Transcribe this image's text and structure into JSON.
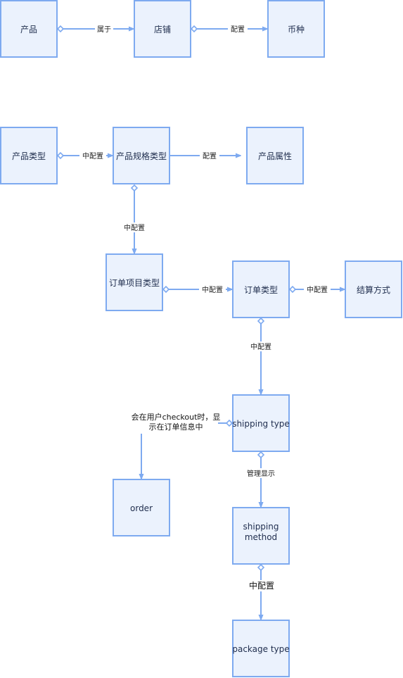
{
  "nodes": {
    "product": "产品",
    "shop": "店铺",
    "currency": "币种",
    "product_type": "产品类型",
    "product_spec_type": "产品规格类型",
    "product_attribute": "产品属性",
    "order_item_type": "订单项目类型",
    "order_type": "订单类型",
    "settlement_method": "结算方式",
    "shipping_type": "shipping type",
    "order": "order",
    "shipping_method": "shipping method",
    "package_type": "package type"
  },
  "edges": {
    "product_shop": "属于",
    "shop_currency": "配置",
    "product_type_spec": "中配置",
    "spec_attribute": "配置",
    "spec_order_item": "中配置",
    "order_item_order_type": "中配置",
    "order_type_settlement": "中配置",
    "order_type_shipping": "中配置",
    "shipping_order": "会在用户checkout时，显示在订单信息中",
    "shipping_method_link": "管理显示",
    "method_package": "中配置"
  }
}
